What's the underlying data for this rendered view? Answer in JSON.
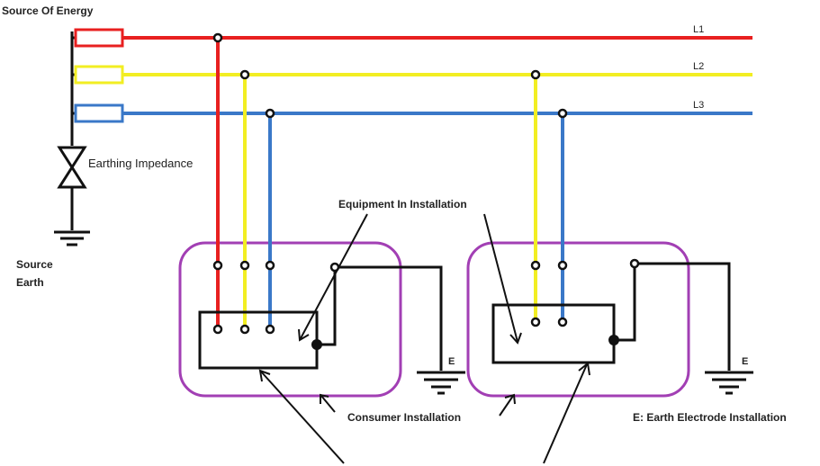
{
  "labels": {
    "source_of_energy": "Source Of Energy",
    "earthing_impedance": "Earthing Impedance",
    "source_earth_line1": "Source",
    "source_earth_line2": "Earth",
    "equipment_in_installation": "Equipment In Installation",
    "consumer_installation": "Consumer Installation",
    "earth_electrode_installation": "E: Earth Electrode Installation",
    "l1": "L1",
    "l2": "L2",
    "l3": "L3",
    "earth_left": "E",
    "earth_right": "E"
  },
  "colors": {
    "l1": "#e82020",
    "l2": "#f2ee22",
    "l3": "#3a78c8",
    "neutral": "#111111",
    "installation_border": "#a23fb4",
    "background": "#ffffff"
  }
}
